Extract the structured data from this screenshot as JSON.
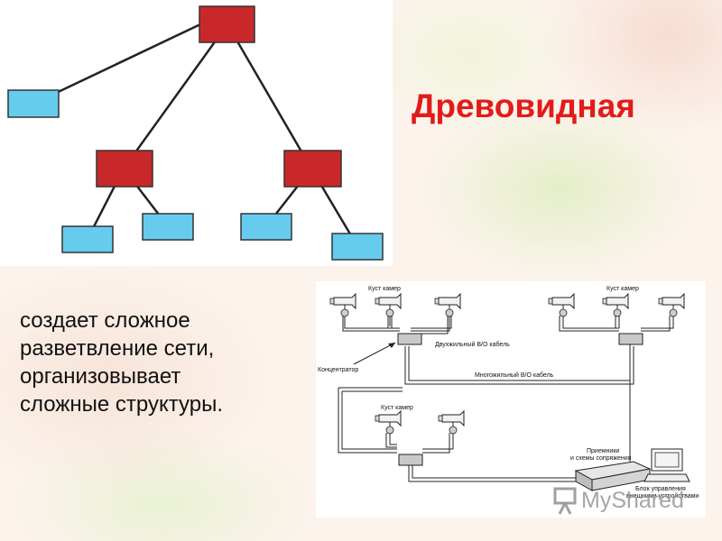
{
  "title": "Древовидная",
  "description": [
    "создает сложное",
    "разветвление сети,",
    "организовывает",
    "сложные структуры."
  ],
  "cctv_diagram": {
    "cluster_label": "Куст камер",
    "concentrator_label": "Концентратор",
    "twin_cable_label": "Двухжильный В/О кабель",
    "multi_cable_label": "Многожильный В/О кабель",
    "receivers_label_1": "Приемники",
    "receivers_label_2": "и схемы сопряжения",
    "control_label_1": "Блок управления",
    "control_label_2": "внешними устройствами"
  },
  "watermark": {
    "text": "MyShared",
    "icon": "presentation-icon"
  },
  "colors": {
    "title": "#e31b1b",
    "hub_node": "#c8282a",
    "leaf_node": "#66ccee"
  }
}
